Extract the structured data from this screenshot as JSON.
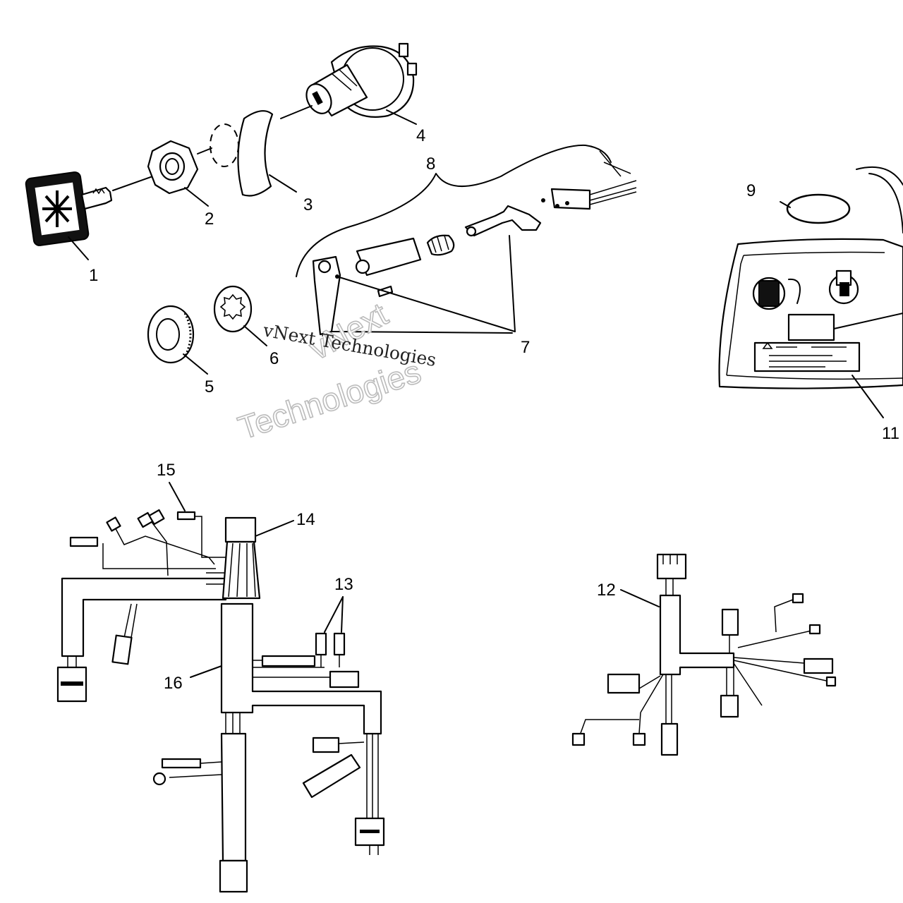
{
  "watermark": {
    "line_small": "vNext Technologies",
    "line_large_1": "vNext",
    "line_large_2": "Technologies"
  },
  "callouts": [
    "1",
    "2",
    "3",
    "4",
    "5",
    "6",
    "7",
    "8",
    "9",
    "11",
    "12",
    "13",
    "14",
    "15",
    "16"
  ]
}
